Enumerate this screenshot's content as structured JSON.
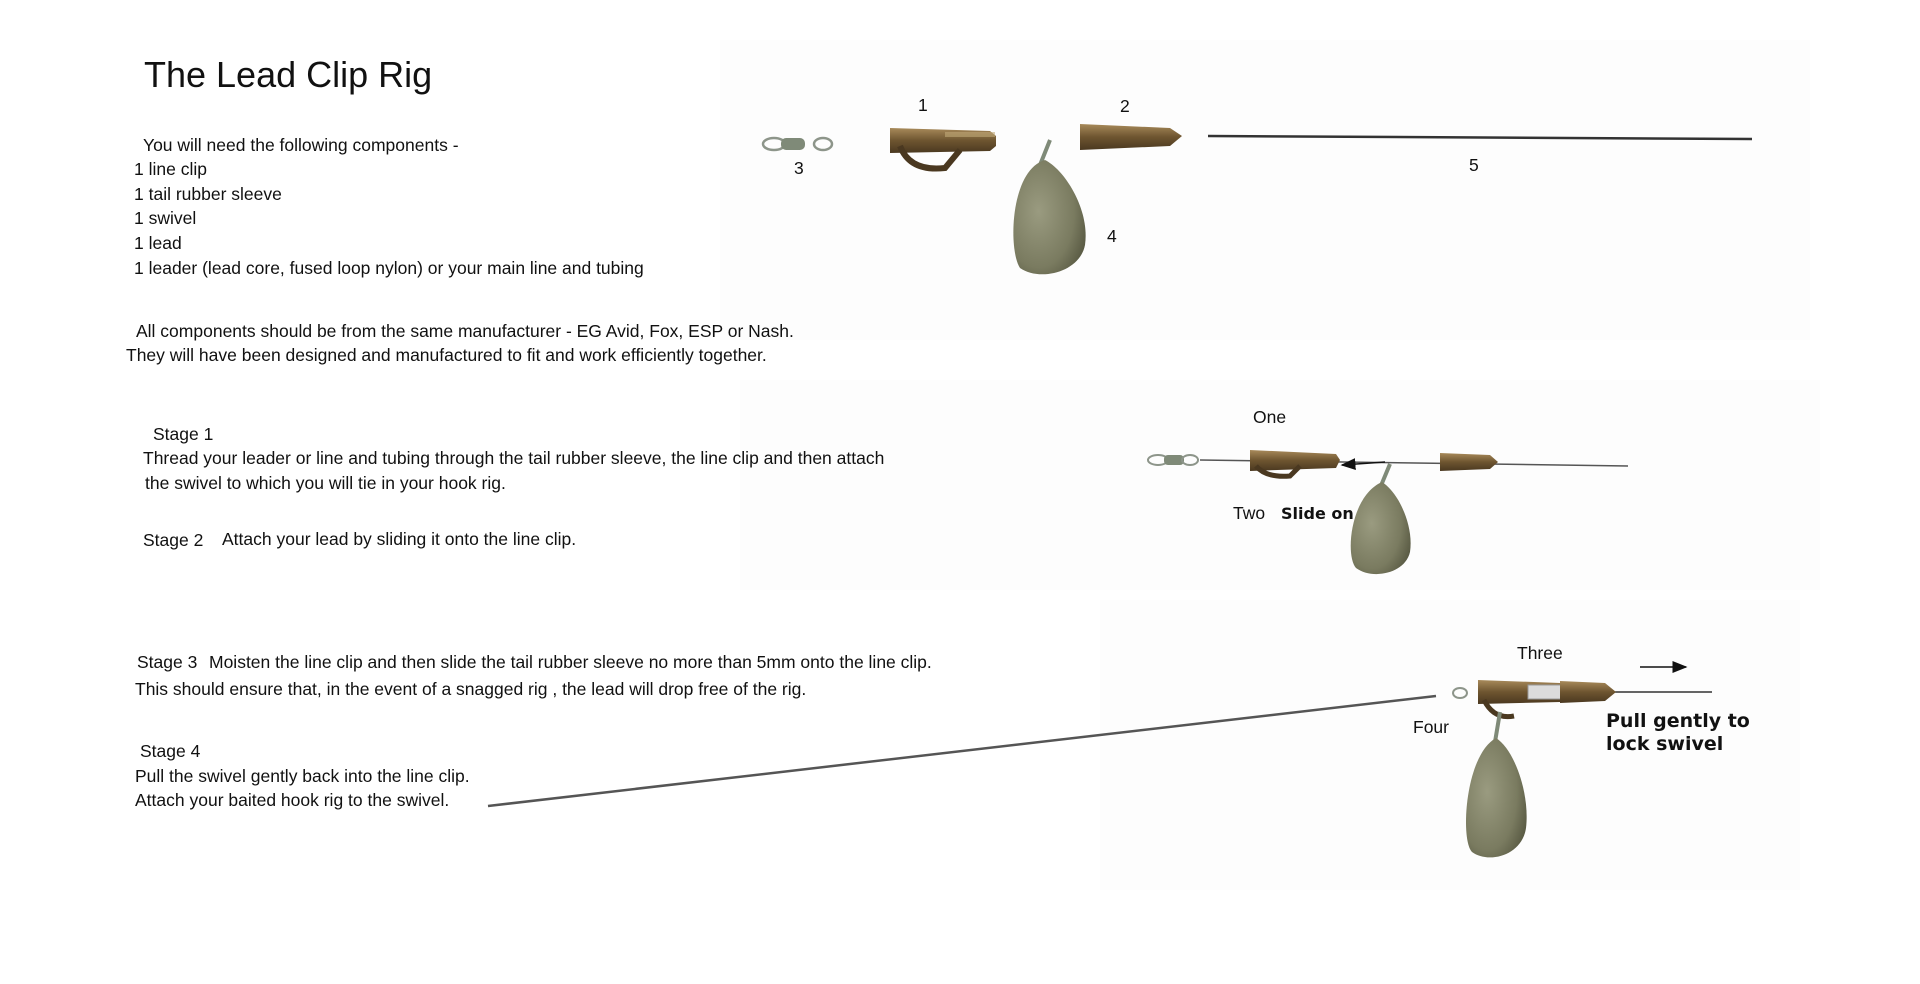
{
  "title": "The Lead Clip Rig",
  "intro": {
    "heading": "You will need the following components -",
    "items": [
      "1 line clip",
      "1 tail rubber sleeve",
      "1 swivel",
      "1 lead",
      "1 leader (lead core, fused loop nylon) or your main line and tubing"
    ]
  },
  "note": {
    "line1": "All components should be from the same manufacturer - EG Avid, Fox, ESP or Nash.",
    "line2": "They will have been designed and manufactured to fit and work efficiently together."
  },
  "stage1": {
    "label": "Stage 1",
    "line1": "Thread your leader or line and tubing through the tail rubber sleeve, the line clip and then attach",
    "line2": "the swivel to which you will tie in your hook rig."
  },
  "stage2": {
    "label": "Stage 2",
    "text": "Attach your lead by sliding it onto the line clip."
  },
  "stage3": {
    "label": "Stage 3",
    "line1": "Moisten the line clip and then slide the tail rubber sleeve no more than 5mm onto the line clip.",
    "line2": "This should ensure that, in the event of a snagged rig , the lead will drop free of the rig."
  },
  "stage4": {
    "label": "Stage 4",
    "line1": "Pull the swivel gently back into the line clip.",
    "line2": "Attach your baited hook rig to the swivel."
  },
  "components_diagram": {
    "labels": {
      "n1": "1",
      "n2": "2",
      "n3": "3",
      "n4": "4",
      "n5": "5"
    }
  },
  "diagram_stage12": {
    "one": "One",
    "two": "Two",
    "slide_on": "Slide on"
  },
  "diagram_stage34": {
    "three": "Three",
    "four": "Four",
    "pull_gently": "Pull gently to lock swivel"
  },
  "colors": {
    "clip_brown": "#6e5530",
    "lead_olive": "#7a7b60",
    "swivel_grey": "#8d958a",
    "line": "#444444"
  }
}
